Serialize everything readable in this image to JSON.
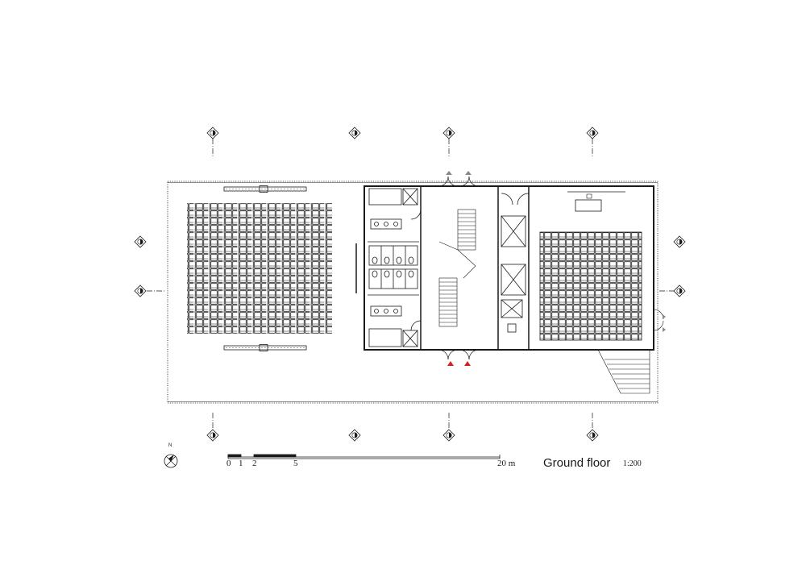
{
  "drawing": {
    "title": "Ground floor",
    "scale_ratio": "1:200",
    "north_label": "N",
    "scale_bar_ticks": [
      "0",
      "1",
      "2",
      "5",
      "20 m"
    ]
  },
  "colors": {
    "line": "#1a1a1a",
    "entrance_arrow": "#d42020",
    "secondary": "#888888"
  },
  "icons": [
    "north-arrow-icon",
    "grid-axis-marker-icon",
    "entrance-arrow-icon"
  ]
}
